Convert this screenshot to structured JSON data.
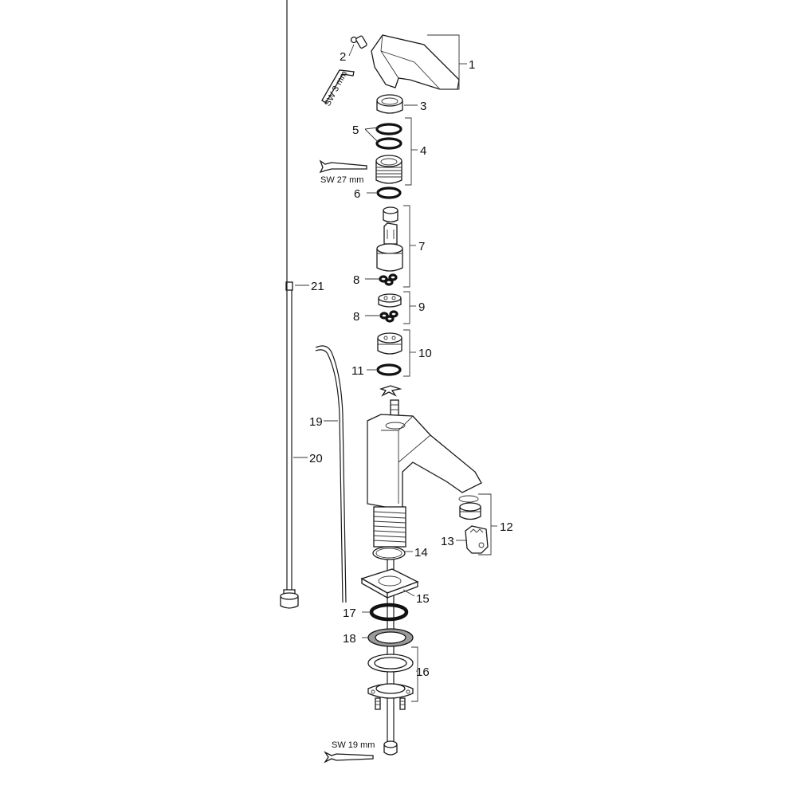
{
  "callouts": {
    "n1": "1",
    "n2": "2",
    "n3": "3",
    "n4": "4",
    "n5": "5",
    "n6": "6",
    "n7": "7",
    "n8a": "8",
    "n8b": "8",
    "n9": "9",
    "n10": "10",
    "n11": "11",
    "n12": "12",
    "n13": "13",
    "n14": "14",
    "n15": "15",
    "n16": "16",
    "n17": "17",
    "n18": "18",
    "n19": "19",
    "n20": "20",
    "n21": "21"
  },
  "tools": {
    "allen_key": "SW 3 mm",
    "wrench_top": "SW 27 mm",
    "wrench_bottom": "SW 19 mm"
  },
  "icons": {
    "wrench": "open-end-wrench-icon",
    "allen_key": "hex-key-icon"
  },
  "colors": {
    "line": "#1a1a1a",
    "background": "#ffffff",
    "gasket_fill": "#9a9a9a"
  }
}
